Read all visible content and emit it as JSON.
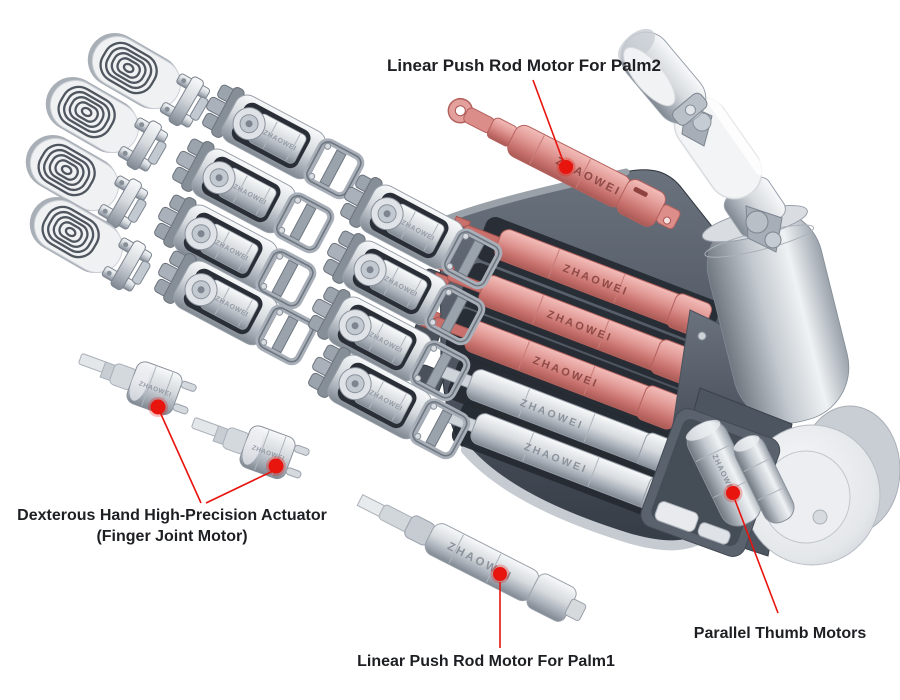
{
  "brand": "ZHAOWEI",
  "colors": {
    "background": "#ffffff",
    "callout_red": "#e8140e",
    "motor_pink": "#de908c",
    "label_text": "#1d1f23",
    "metal_light": "#eef0f3",
    "metal_mid": "#b7bec6",
    "metal_dark": "#7b838d",
    "slate": "#3c434d"
  },
  "callouts": [
    {
      "id": "palm2",
      "label": "Linear Push Rod Motor For Palm2"
    },
    {
      "id": "finger_joint",
      "label": "Dexterous Hand High-Precision Actuator",
      "label2": "(Finger Joint Motor)"
    },
    {
      "id": "palm1",
      "label": "Linear Push Rod Motor For Palm1"
    },
    {
      "id": "thumb",
      "label": "Parallel Thumb Motors"
    }
  ]
}
